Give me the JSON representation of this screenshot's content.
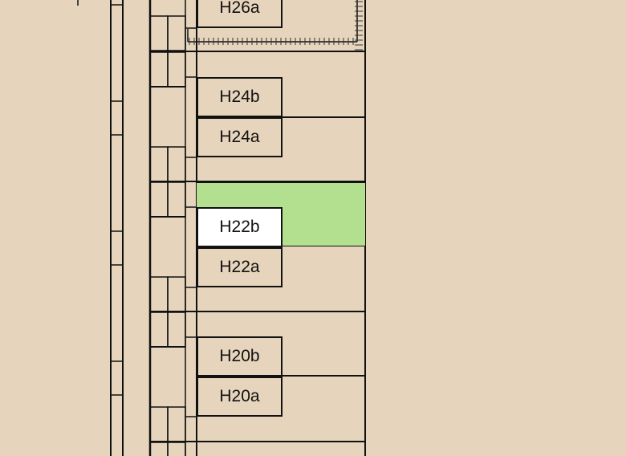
{
  "colors": {
    "background": "#e6d4bc",
    "line": "#111111",
    "highlight_band": "#b3e08e",
    "selected_fill": "#ffffff"
  },
  "nodes": [
    {
      "id": "H26a",
      "label": "H26a",
      "selected": false
    },
    {
      "id": "H24b",
      "label": "H24b",
      "selected": false
    },
    {
      "id": "H24a",
      "label": "H24a",
      "selected": false
    },
    {
      "id": "H22b",
      "label": "H22b",
      "selected": true
    },
    {
      "id": "H22a",
      "label": "H22a",
      "selected": false
    },
    {
      "id": "H20b",
      "label": "H20b",
      "selected": false
    },
    {
      "id": "H20a",
      "label": "H20a",
      "selected": false
    }
  ],
  "highlight": {
    "target": "H22b",
    "color": "#b3e08e"
  }
}
